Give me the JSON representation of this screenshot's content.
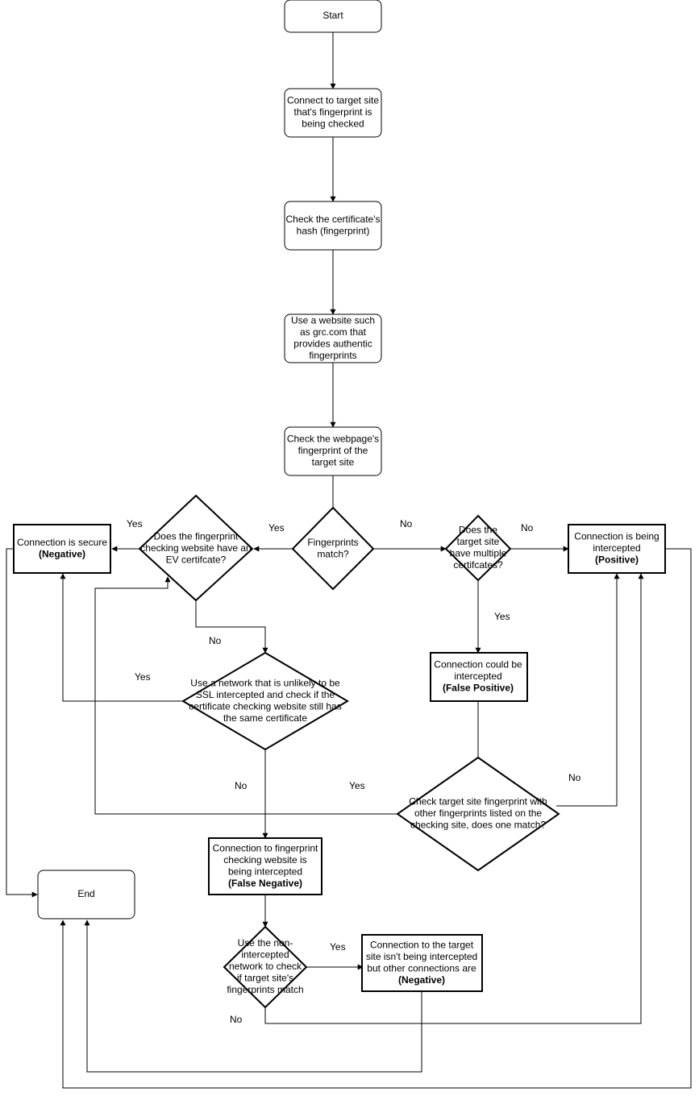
{
  "nodes": {
    "start": [
      "Start"
    ],
    "connect": [
      "Connect to target site",
      "that's fingerprint is",
      "being checked"
    ],
    "check_hash": [
      "Check the certificate's",
      "hash (fingerprint)"
    ],
    "use_website": [
      "Use a website such",
      "as grc.com that",
      "provides authentic",
      "fingerprints"
    ],
    "check_webpage": [
      "Check the webpage's",
      "fingerprint of the",
      "target site"
    ],
    "fingerprints_match": [
      "Fingerprints",
      "match?"
    ],
    "ev_certificate": [
      "Does the fingerprint",
      "checking website have an",
      "EV certifcate?"
    ],
    "secure_negative": [
      "Connection is secure",
      "(Negative)"
    ],
    "multiple_certs": [
      "Does the",
      "target site",
      "have multiple",
      "certifcates?"
    ],
    "intercepted_positive": [
      "Connection is being",
      "intercepted",
      "(Positive)"
    ],
    "unlikely_network": [
      "Use a network that is unlikely to be",
      "SSL intercepted and check if the",
      "certificate checking website still has",
      "the same certificate"
    ],
    "could_be_intercepted": [
      "Connection could be",
      "intercepted",
      "(False Positive)"
    ],
    "check_other_fingerprints": [
      "Check target site fingerprint with",
      "other fingerprints listed on the",
      "checking site, does one match?"
    ],
    "checking_site_intercepted": [
      "Connection to fingerprint",
      "checking website is",
      "being intercepted",
      "(False Negative)"
    ],
    "end": [
      "End"
    ],
    "use_non_intercepted": [
      "Use the non-",
      "intercepted",
      "network to check",
      "if target site's",
      "fingerprints match"
    ],
    "target_not_intercepted": [
      "Connection to the target",
      "site isn't being intercepted",
      "but other connections are",
      "(Negative)"
    ]
  },
  "edge_labels": {
    "match_yes": "Yes",
    "match_no": "No",
    "ev_yes": "Yes",
    "ev_no": "No",
    "multi_no": "No",
    "multi_yes": "Yes",
    "unlikely_yes": "Yes",
    "unlikely_no": "No",
    "other_yes": "Yes",
    "other_no": "No",
    "nonint_yes": "Yes",
    "nonint_no": "No"
  }
}
